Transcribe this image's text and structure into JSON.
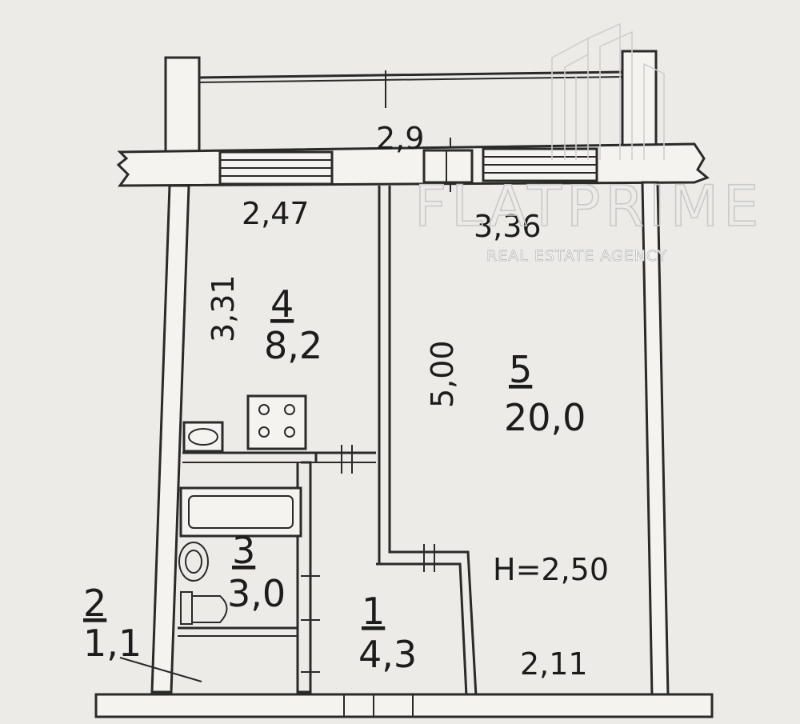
{
  "dimensions": {
    "balcony_width": "2,9",
    "kitchen_width": "2,47",
    "room_width": "3,36",
    "kitchen_length": "3,31",
    "room_length": "5,00",
    "corridor_width": "2,11"
  },
  "rooms": [
    {
      "number": "1",
      "area": "4,3"
    },
    {
      "number": "2",
      "area": "1,1"
    },
    {
      "number": "3",
      "area": "3,0"
    },
    {
      "number": "4",
      "area": "8,2"
    },
    {
      "number": "5",
      "area": "20,0"
    }
  ],
  "ceiling_height": "H=2,50",
  "watermark": {
    "brand": "FLATPRIME",
    "tagline": "REAL ESTATE AGENCY"
  }
}
